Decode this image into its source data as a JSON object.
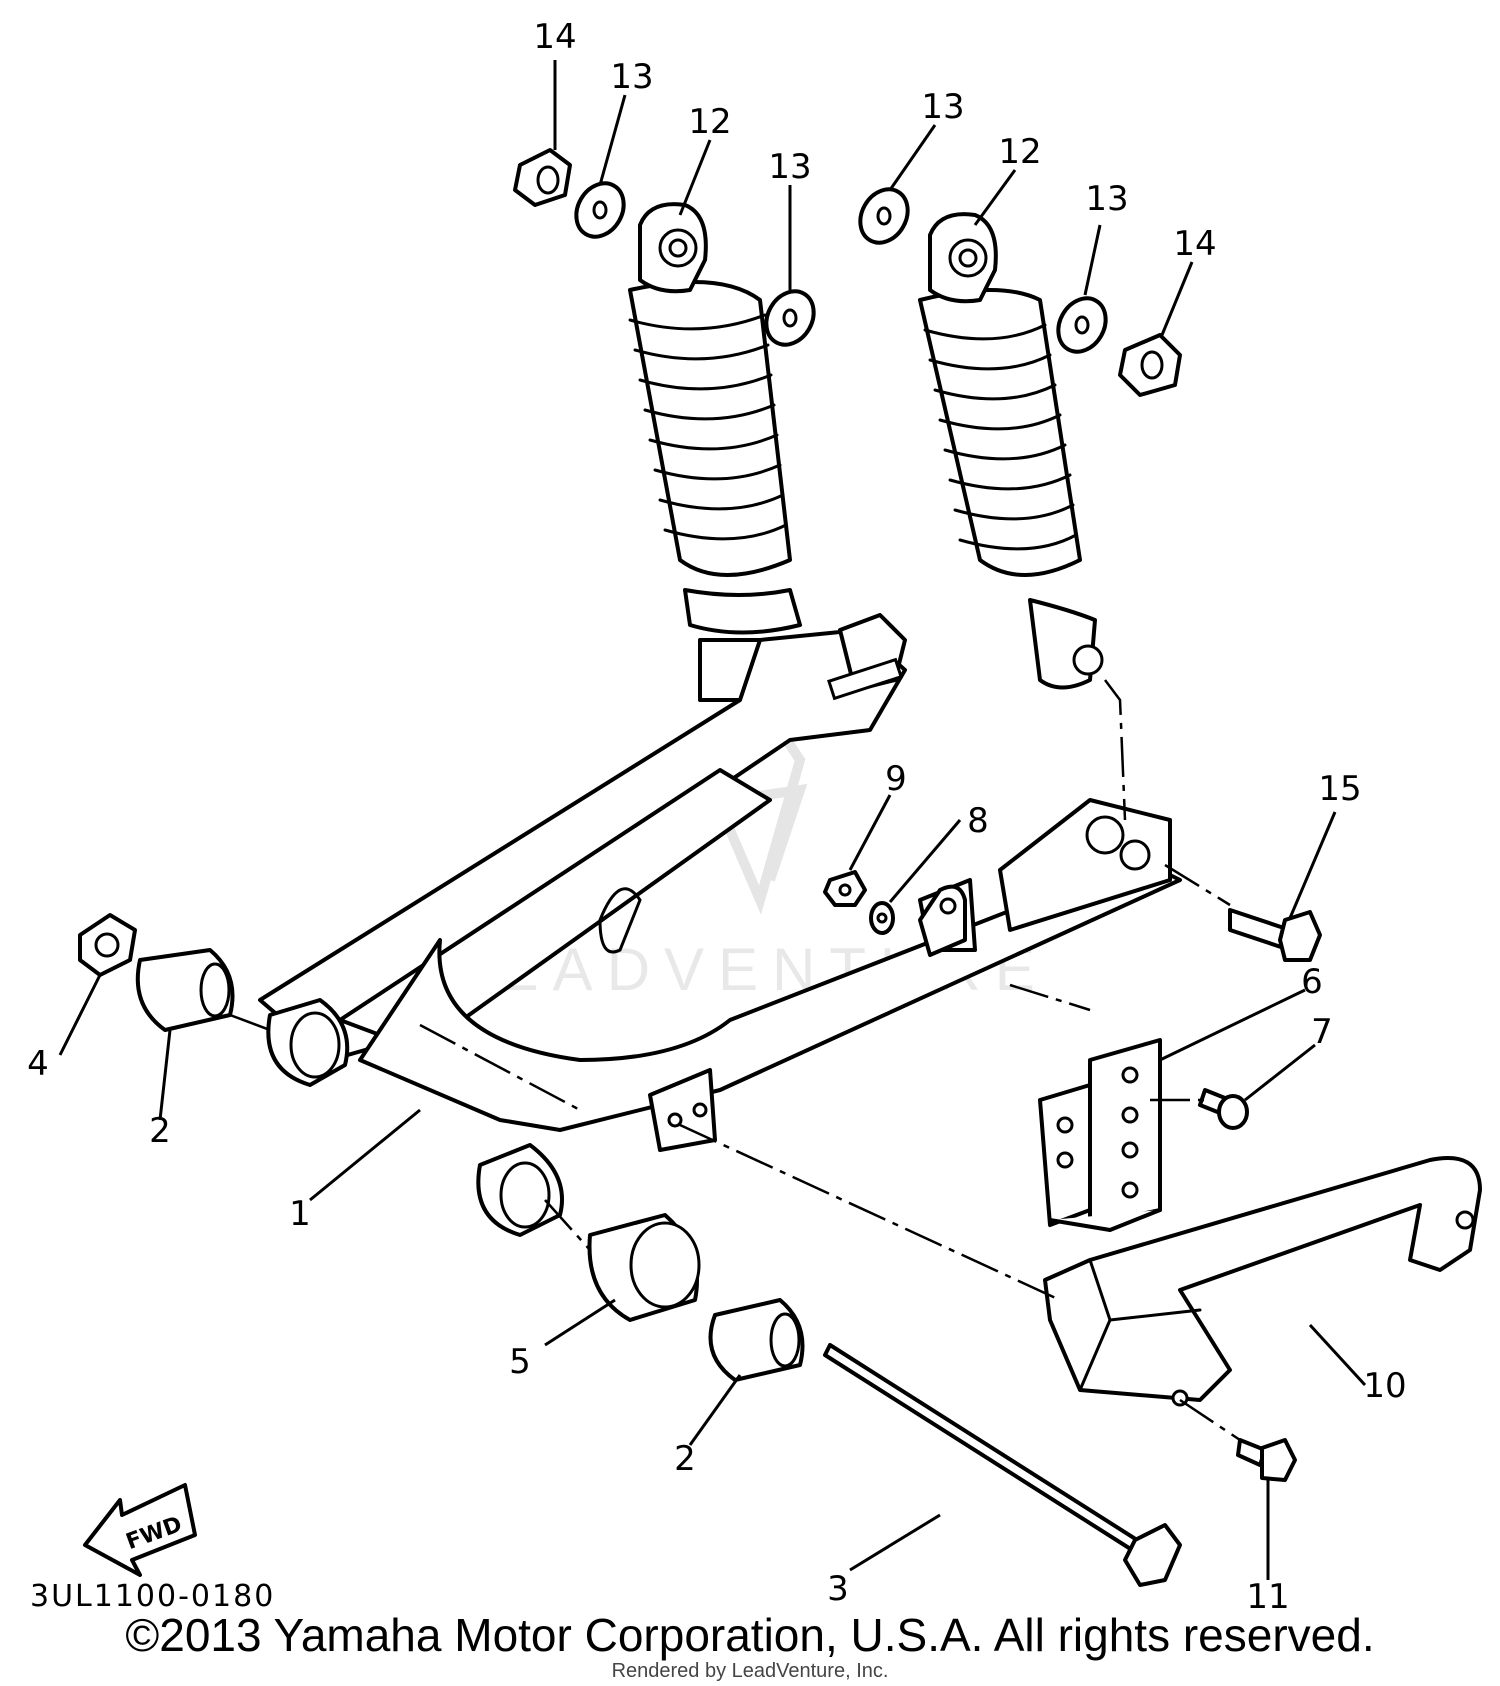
{
  "diagram": {
    "code": "3UL1100-0180",
    "fwd_label": "FWD",
    "watermark": "LEADVENTURE",
    "callouts": [
      "14",
      "13",
      "12",
      "13",
      "13",
      "12",
      "13",
      "14",
      "9",
      "8",
      "15",
      "4",
      "2",
      "6",
      "7",
      "1",
      "5",
      "2",
      "10",
      "3",
      "11"
    ]
  },
  "footer": {
    "copyright": "©2013 Yamaha Motor Corporation, U.S.A. All rights reserved.",
    "rendered_by": "Rendered by LeadVenture, Inc."
  }
}
